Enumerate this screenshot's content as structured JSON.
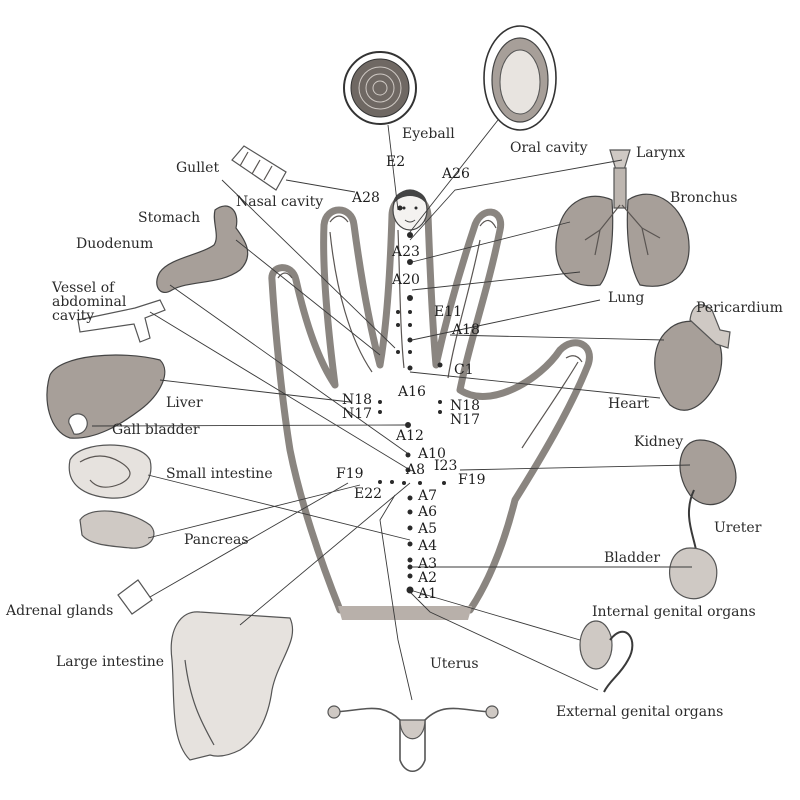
{
  "organs": {
    "eyeball": "Eyeball",
    "oral_cavity": "Oral cavity",
    "larynx": "Larynx",
    "bronchus": "Bronchus",
    "lung": "Lung",
    "pericardium": "Pericardium",
    "heart": "Heart",
    "kidney": "Kidney",
    "ureter": "Ureter",
    "bladder": "Bladder",
    "internal_genital": "Internal genital organs",
    "external_genital": "External genital organs",
    "uterus": "Uterus",
    "large_intestine": "Large intestine",
    "adrenal": "Adrenal glands",
    "pancreas": "Pancreas",
    "small_intestine": "Small intestine",
    "gall_bladder": "Gall bladder",
    "liver": "Liver",
    "vessel_line1": "Vessel of",
    "vessel_line2": "abdominal",
    "vessel_line3": "cavity",
    "duodenum": "Duodenum",
    "stomach": "Stomach",
    "gullet": "Gullet",
    "nasal_cavity": "Nasal cavity"
  },
  "points": {
    "e2": "E2",
    "a26": "A26",
    "a28": "A28",
    "a23": "A23",
    "a20": "A20",
    "e11": "E11",
    "a18": "A18",
    "c1": "C1",
    "a16": "A16",
    "n18_left": "N18",
    "n17_left": "N17",
    "n18_right": "N18",
    "n17_right": "N17",
    "a12": "A12",
    "a10": "A10",
    "a8": "A8",
    "i23": "I23",
    "f19_left": "F19",
    "f19_right": "F19",
    "e22": "E22",
    "a7": "A7",
    "a6": "A6",
    "a5": "A5",
    "a4": "A4",
    "a3": "A3",
    "a2": "A2",
    "a1": "A1"
  }
}
